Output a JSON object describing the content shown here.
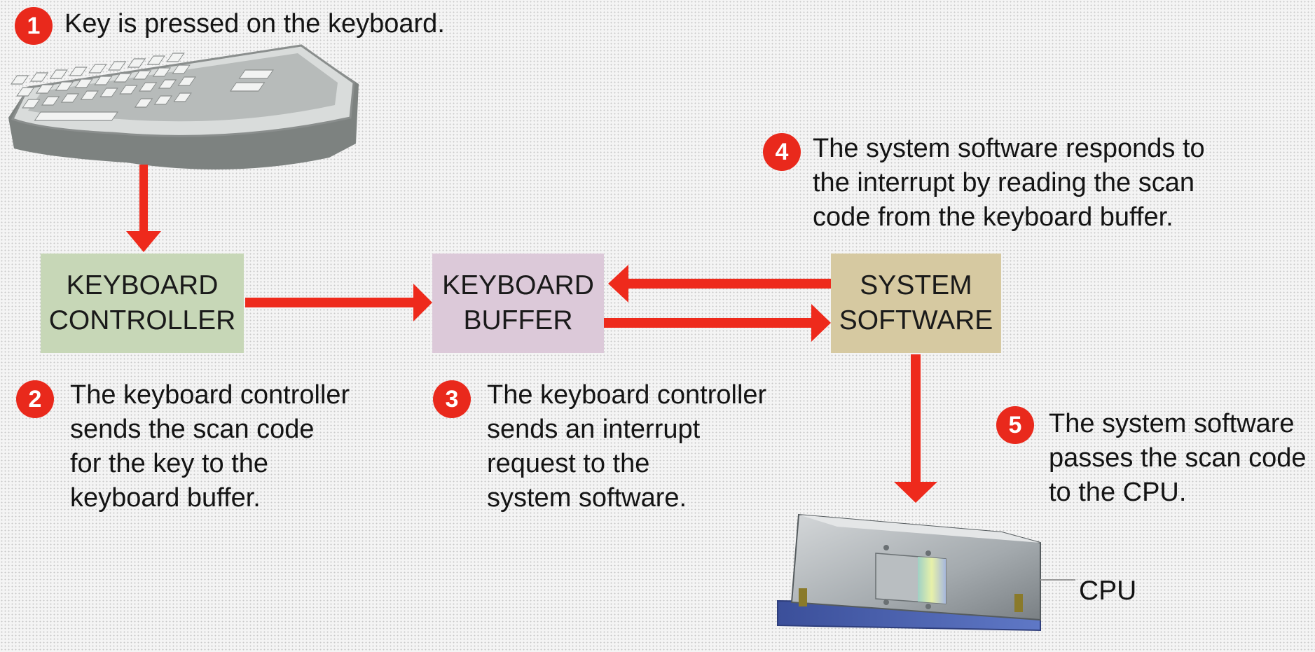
{
  "steps": [
    {
      "number": "1",
      "lines": [
        "Key is pressed on the keyboard."
      ]
    },
    {
      "number": "2",
      "lines": [
        "The keyboard controller",
        "sends the scan code",
        "for the key to the",
        "keyboard buffer."
      ]
    },
    {
      "number": "3",
      "lines": [
        "The keyboard controller",
        "sends an interrupt",
        "request to the",
        "system software."
      ]
    },
    {
      "number": "4",
      "lines": [
        "The system software responds to",
        "the interrupt by reading the scan",
        "code from the keyboard buffer."
      ]
    },
    {
      "number": "5",
      "lines": [
        "The system software",
        "passes the scan code",
        "to the CPU."
      ]
    }
  ],
  "boxes": {
    "keyboard_controller": [
      "KEYBOARD",
      "CONTROLLER"
    ],
    "keyboard_buffer": [
      "KEYBOARD",
      "BUFFER"
    ],
    "system_software": [
      "SYSTEM",
      "SOFTWARE"
    ]
  },
  "cpu_label": "CPU",
  "icons": [
    "keyboard-icon",
    "cpu-chip-icon"
  ],
  "colors": {
    "arrow": "#ee2a1c",
    "badge": "#e9291c",
    "keyboard_controller_box": "#c7d7b7",
    "keyboard_buffer_box": "#dcc9d9",
    "system_software_box": "#d6c9a1"
  }
}
